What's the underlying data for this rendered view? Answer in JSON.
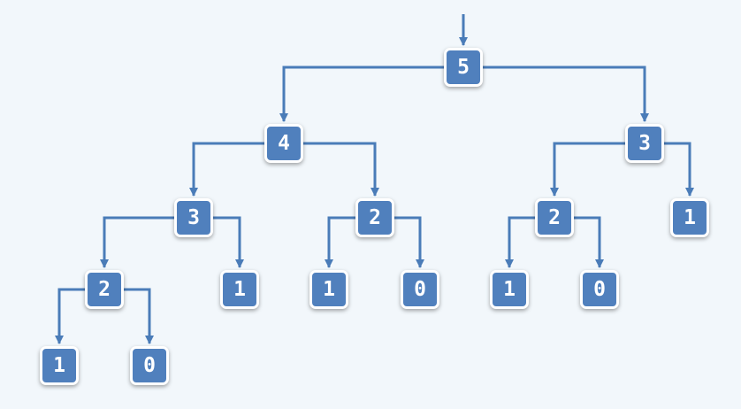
{
  "diagram": {
    "type": "tree",
    "edge_color": "#4a7cb8",
    "node_fill": "#5080bd",
    "node_border": "#ffffff",
    "root": "n0",
    "nodes": {
      "n0": {
        "label": "5",
        "children": [
          "n1",
          "n2"
        ]
      },
      "n1": {
        "label": "4",
        "children": [
          "n3",
          "n4"
        ]
      },
      "n2": {
        "label": "3",
        "children": [
          "n5",
          "n6"
        ]
      },
      "n3": {
        "label": "3",
        "children": [
          "n7",
          "n8"
        ]
      },
      "n4": {
        "label": "2",
        "children": [
          "n9",
          "n10"
        ]
      },
      "n5": {
        "label": "2",
        "children": [
          "n11",
          "n12"
        ]
      },
      "n6": {
        "label": "1",
        "children": []
      },
      "n7": {
        "label": "2",
        "children": [
          "n13",
          "n14"
        ]
      },
      "n8": {
        "label": "1",
        "children": []
      },
      "n9": {
        "label": "1",
        "children": []
      },
      "n10": {
        "label": "0",
        "children": []
      },
      "n11": {
        "label": "1",
        "children": []
      },
      "n12": {
        "label": "0",
        "children": []
      },
      "n13": {
        "label": "1",
        "children": []
      },
      "n14": {
        "label": "0",
        "children": []
      }
    }
  }
}
